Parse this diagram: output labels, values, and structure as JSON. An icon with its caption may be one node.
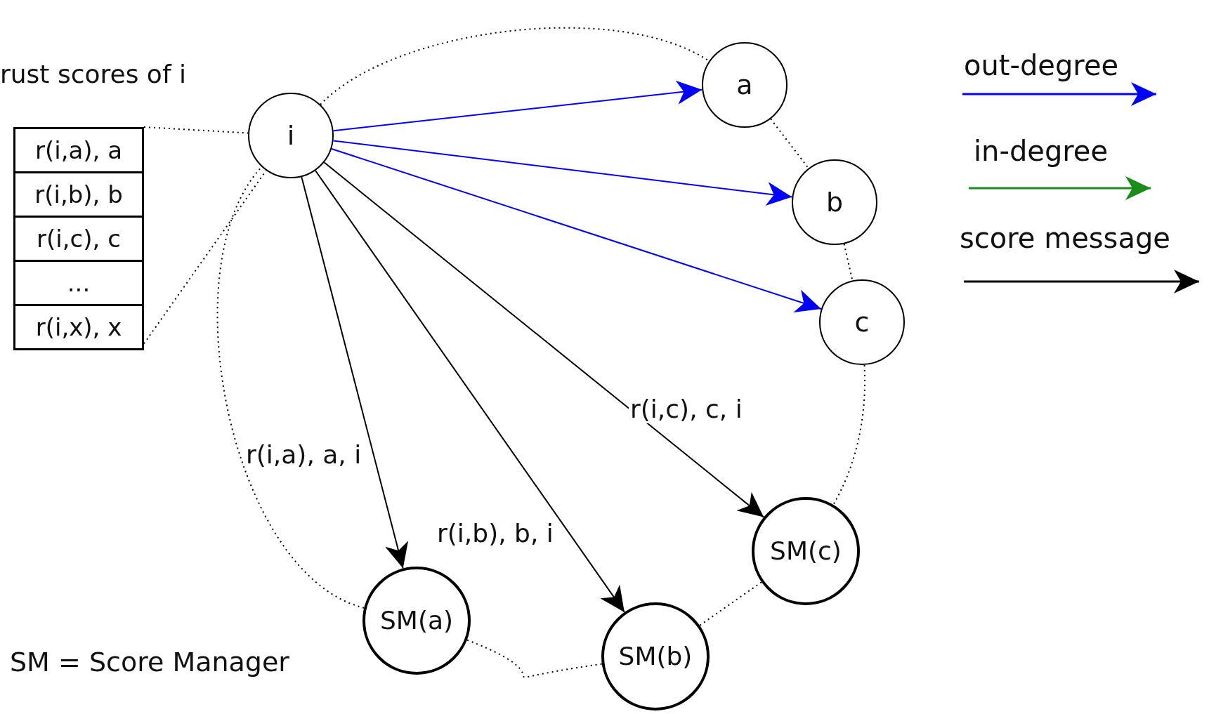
{
  "diagram": {
    "nodes": [
      {
        "text": [
          "r(i,a), a",
          "r(i,b), b",
          "r(i,c), c",
          "...",
          "r(i,x), x"
        ]
      },
      {
        "text": [
          "i"
        ]
      },
      {
        "text": [
          "a"
        ]
      },
      {
        "text": [
          "b"
        ]
      },
      {
        "text": [
          "c"
        ]
      },
      {
        "text": [
          "SM(a)"
        ]
      },
      {
        "text": [
          "SM(b)"
        ]
      },
      {
        "text": [
          "SM(c)"
        ]
      }
    ],
    "edges": [
      {
        "from": 0,
        "to": 1,
        "arrow": "none",
        "style": "dashed"
      },
      {
        "from": 0,
        "to": 1,
        "arrow": "none",
        "style": "dashed"
      },
      {
        "from": 1,
        "to": 2,
        "arrow": "to",
        "color": "#0000ff"
      },
      {
        "from": 1,
        "to": 3,
        "arrow": "to",
        "color": "#0000ff"
      },
      {
        "from": 1,
        "to": 4,
        "arrow": "to",
        "color": "#0000ff"
      },
      {
        "from": 1,
        "to": 5,
        "arrow": "to",
        "label": "r(i,a), a, i"
      },
      {
        "from": 1,
        "to": 6,
        "arrow": "to",
        "label": "r(i,b), b, i"
      },
      {
        "from": 1,
        "to": 7,
        "arrow": "to",
        "label": "r(i,c), c, i"
      },
      {
        "from": 1,
        "to": 2,
        "arrow": "none",
        "style": "dashed"
      },
      {
        "from": 2,
        "to": 3,
        "arrow": "none",
        "style": "dashed"
      },
      {
        "from": 3,
        "to": 4,
        "arrow": "none",
        "style": "dashed"
      },
      {
        "from": 4,
        "to": 7,
        "arrow": "none",
        "style": "dashed"
      },
      {
        "from": 7,
        "to": 6,
        "arrow": "none",
        "style": "dashed"
      },
      {
        "from": 6,
        "to": 5,
        "arrow": "none",
        "style": "dashed"
      },
      {
        "from": 5,
        "to": 1,
        "arrow": "none",
        "style": "dashed"
      }
    ],
    "labels": [
      "rust scores of i",
      "SM = Score Manager"
    ],
    "legend": [
      {
        "text": "out-degree"
      },
      {
        "text": "in-degree"
      },
      {
        "text": "score message"
      }
    ]
  }
}
